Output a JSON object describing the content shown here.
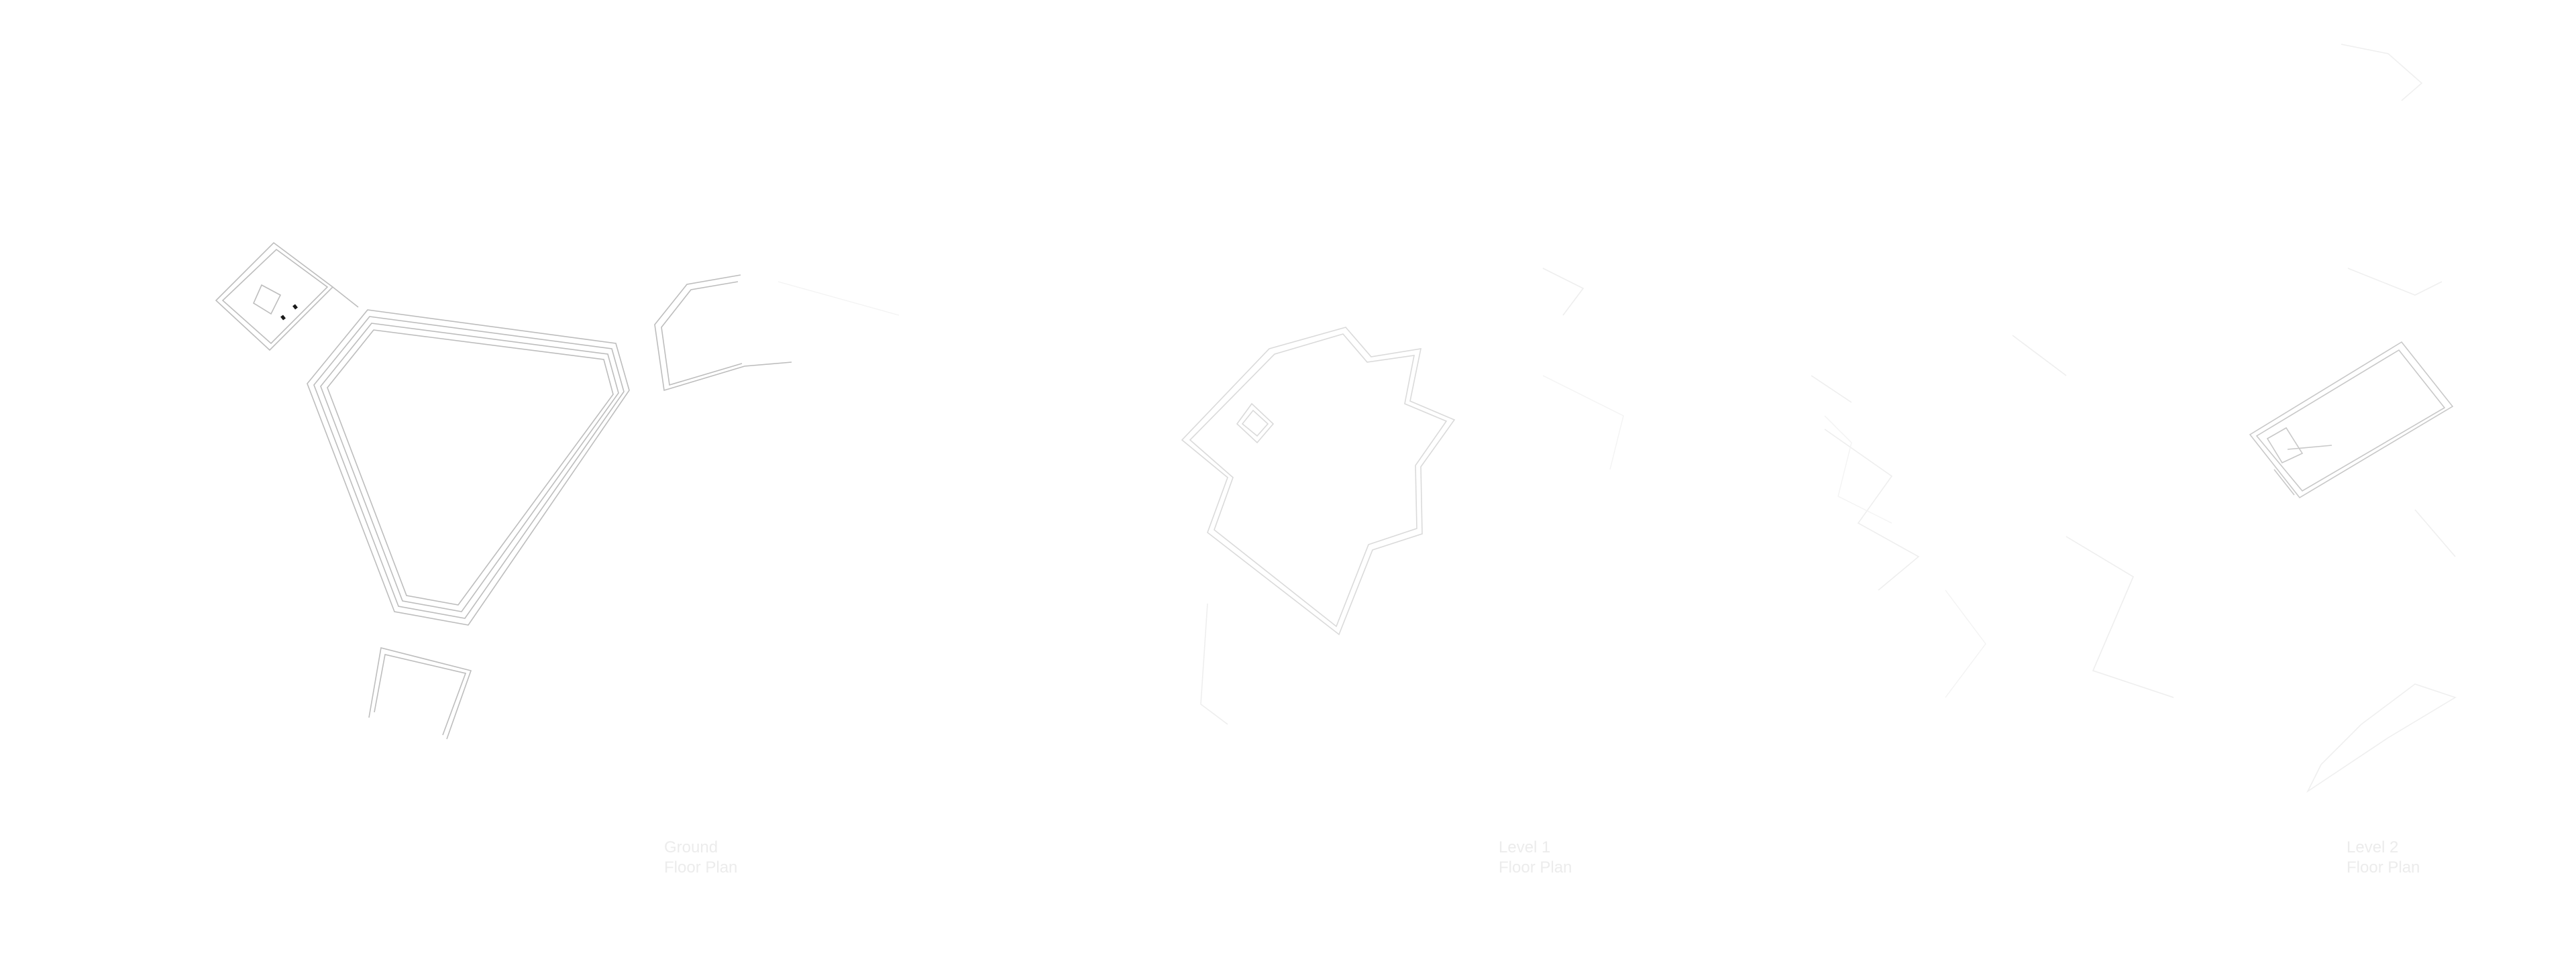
{
  "page": {
    "background": "#ffffff"
  },
  "plans": [
    {
      "id": "ground",
      "level": "Ground",
      "caption": "Floor Plan"
    },
    {
      "id": "level-1",
      "level": "Level 1",
      "caption": "Floor Plan"
    },
    {
      "id": "level-2",
      "level": "Level 2",
      "caption": "Floor Plan"
    }
  ],
  "colors": {
    "ground_lines": "#bdbdbd",
    "ground_accent": "#1a1a1a",
    "level1_lines": "#dadada",
    "level1_faint": "#eeeeee",
    "level2_lines": "#c8c8c8",
    "level2_faint": "#efefef",
    "label_text": "#ececec"
  }
}
